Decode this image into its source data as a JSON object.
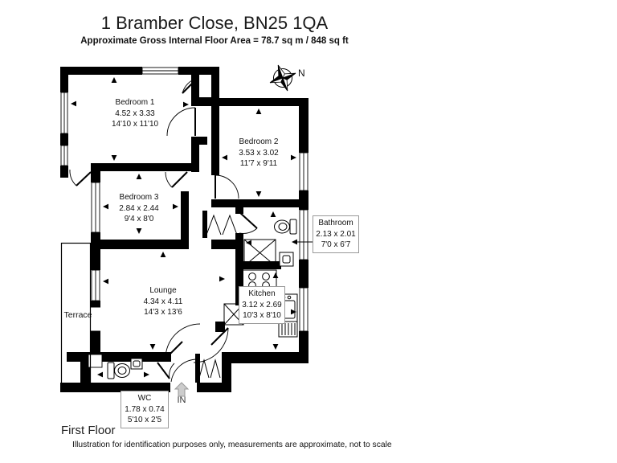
{
  "header": {
    "title": "1 Bramber Close, BN25 1QA",
    "subtitle": "Approximate Gross Internal Floor Area = 78.7 sq m / 848 sq ft"
  },
  "compass": {
    "north_label": "N"
  },
  "rooms": {
    "bedroom1": {
      "name": "Bedroom 1",
      "metric": "4.52 x 3.33",
      "imperial": "14'10 x 11'10"
    },
    "bedroom2": {
      "name": "Bedroom 2",
      "metric": "3.53 x 3.02",
      "imperial": "11'7 x 9'11"
    },
    "bedroom3": {
      "name": "Bedroom 3",
      "metric": "2.84 x 2.44",
      "imperial": "9'4 x 8'0"
    },
    "bathroom": {
      "name": "Bathroom",
      "metric": "2.13 x 2.01",
      "imperial": "7'0 x 6'7"
    },
    "lounge": {
      "name": "Lounge",
      "metric": "4.34 x 4.11",
      "imperial": "14'3 x 13'6"
    },
    "kitchen": {
      "name": "Kitchen",
      "metric": "3.12 x 2.69",
      "imperial": "10'3 x 8'10"
    },
    "terrace": {
      "name": "Terrace"
    },
    "wc": {
      "name": "WC",
      "metric": "1.78 x 0.74",
      "imperial": "5'10 x 2'5"
    }
  },
  "entry": {
    "label": "IN"
  },
  "footer": {
    "floor_label": "First Floor",
    "disclaimer": "Illustration for identification purposes only, measurements are approximate, not to scale"
  }
}
